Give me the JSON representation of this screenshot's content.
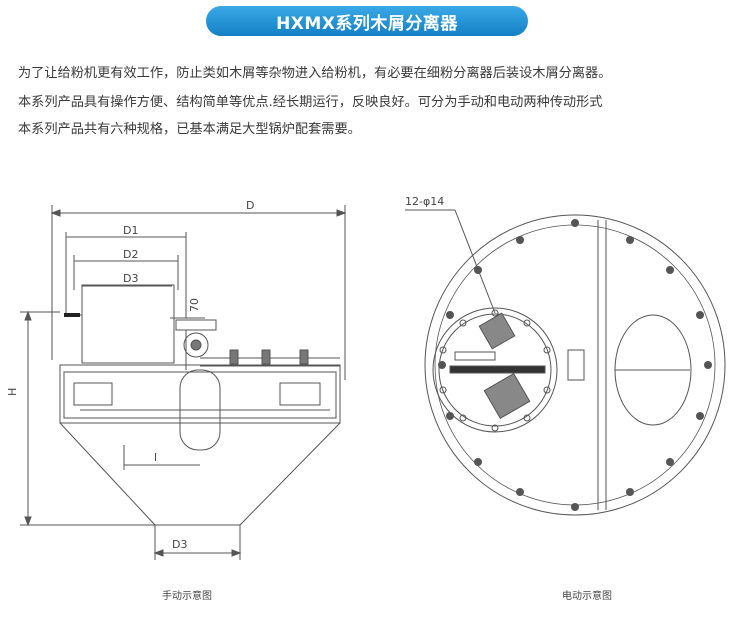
{
  "title": "HXMX系列木屑分离器",
  "paragraphs": [
    "为了让给粉机更有效工作，防止类如木屑等杂物进入给粉机，有必要在细粉分离器后装设木屑分离器。",
    "本系列产品具有操作方便、结构简单等优点.经长期运行，反映良好。可分为手动和电动两种传动形式",
    "本系列产品共有六种规格，已基本满足大型锅炉配套需要。"
  ],
  "diagram_left": {
    "dim_D": "D",
    "dim_D1": "D1",
    "dim_D2": "D2",
    "dim_D3_top": "D3",
    "dim_70": "70",
    "dim_H": "H",
    "dim_l": "l",
    "dim_D3_bottom": "D3",
    "caption": "手动示意图"
  },
  "diagram_right": {
    "hole_label": "12-φ14",
    "caption": "电动示意图"
  }
}
